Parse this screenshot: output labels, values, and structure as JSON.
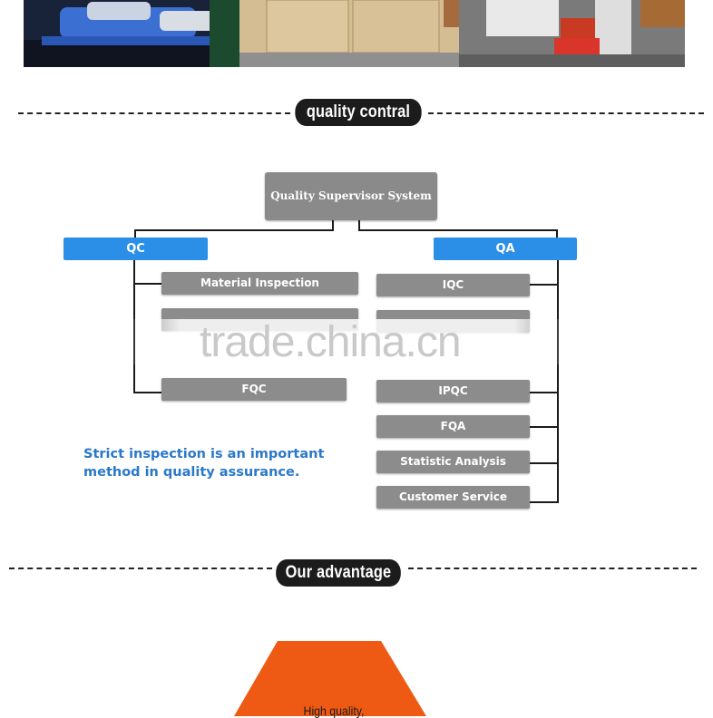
{
  "section1": {
    "title": "quality contral"
  },
  "chart": {
    "root": "Quality Supervisor System",
    "qc": {
      "label": "QC",
      "items": [
        "Material Inspection",
        "FQC"
      ]
    },
    "qa": {
      "label": "QA",
      "items": [
        "IQC",
        "IPQC",
        "FQA",
        "Statistic Analysis",
        "Customer Service"
      ]
    }
  },
  "note": {
    "line1": "Strict inspection is an important",
    "line2": "method in quality assurance."
  },
  "watermark": "trade.china.cn",
  "section2": {
    "title": "Our advantage"
  },
  "advantage": {
    "label": "High quality,"
  }
}
